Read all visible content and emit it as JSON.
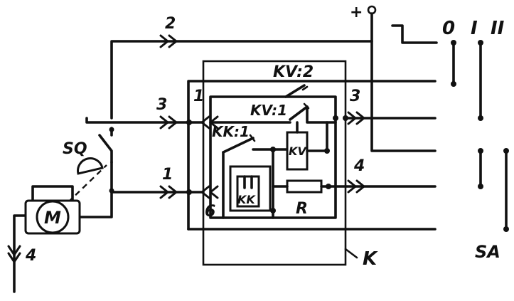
{
  "supply": {
    "terminal": "+"
  },
  "switch_positions": [
    "0",
    "I",
    "II"
  ],
  "wire_numbers": {
    "w2": "2",
    "w3_left": "3",
    "w1_left": "1",
    "w4_ground": "4"
  },
  "relay_block": {
    "relay_kv_contact_2": "KV:2",
    "relay_kv_contact_1": "KV:1",
    "thermal_kk_contact_1": "KK:1",
    "relay_coil": "KV",
    "thermal_element": "KK",
    "resistor": "R",
    "block_label": "K",
    "terminal_left_top": "1",
    "terminal_right_top": "3",
    "terminal_right_mid": "4",
    "terminal_left_bottom": "6"
  },
  "components": {
    "limit_switch": "SQ",
    "motor": "M",
    "switch": "SA"
  }
}
